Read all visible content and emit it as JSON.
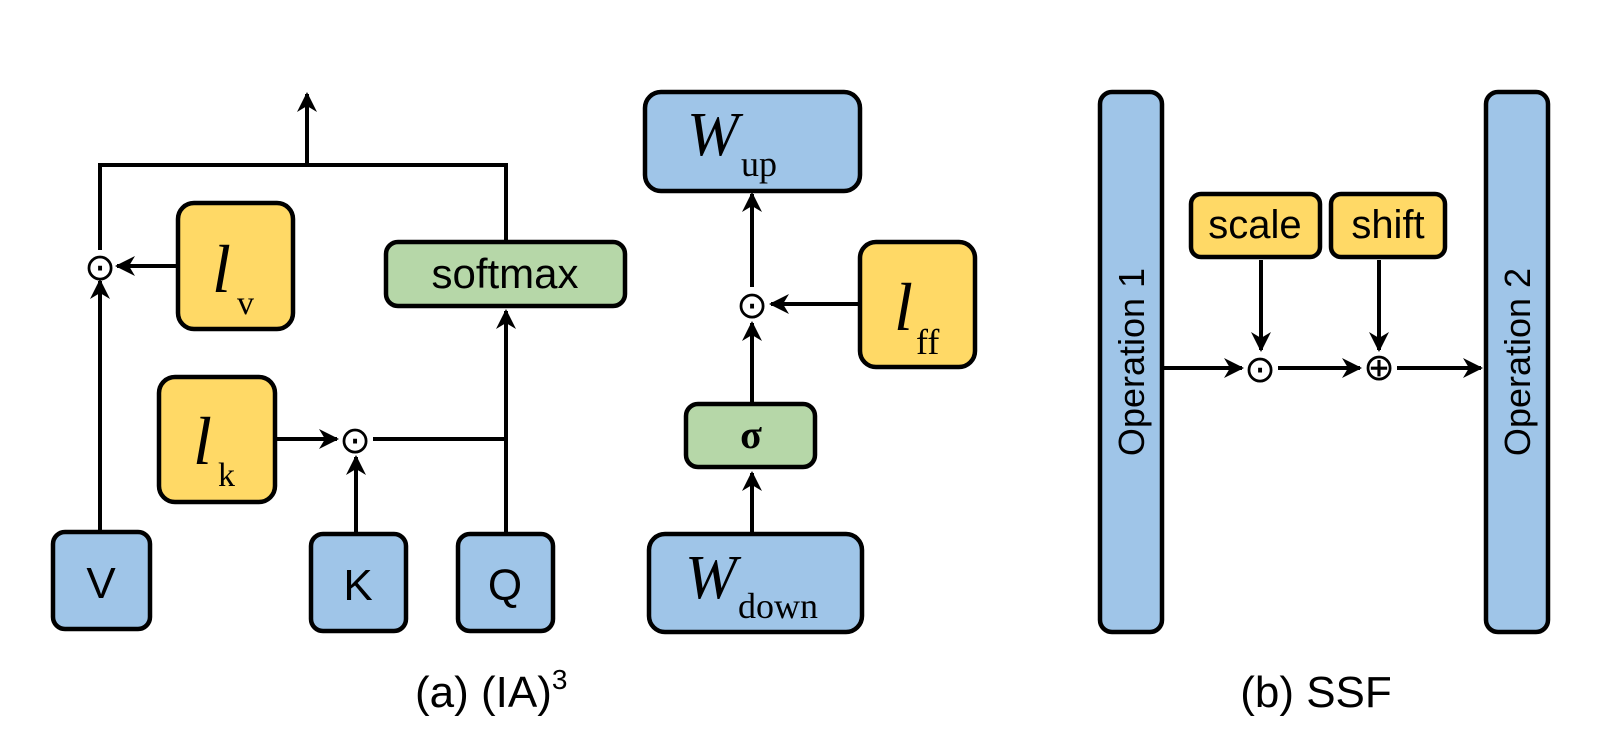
{
  "ia3": {
    "V": "V",
    "K": "K",
    "Q": "Q",
    "softmax": "softmax",
    "lv_main": "l",
    "lv_sub": "v",
    "lk_main": "l",
    "lk_sub": "k",
    "lff_main": "l",
    "lff_sub": "ff",
    "wup_main": "W",
    "wup_sub": "up",
    "wdown_main": "W",
    "wdown_sub": "down",
    "sigma": "σ",
    "caption_prefix": "(a) (IA)",
    "caption_sup": "3"
  },
  "ssf": {
    "op1": "Operation 1",
    "op2": "Operation 2",
    "scale": "scale",
    "shift": "shift",
    "caption": "(b) SSF"
  },
  "operators": {
    "hadamard": "⊙",
    "add": "⊕"
  },
  "colors": {
    "blue": "#9fc5e8",
    "yellow": "#ffd966",
    "green": "#b6d7a8"
  }
}
